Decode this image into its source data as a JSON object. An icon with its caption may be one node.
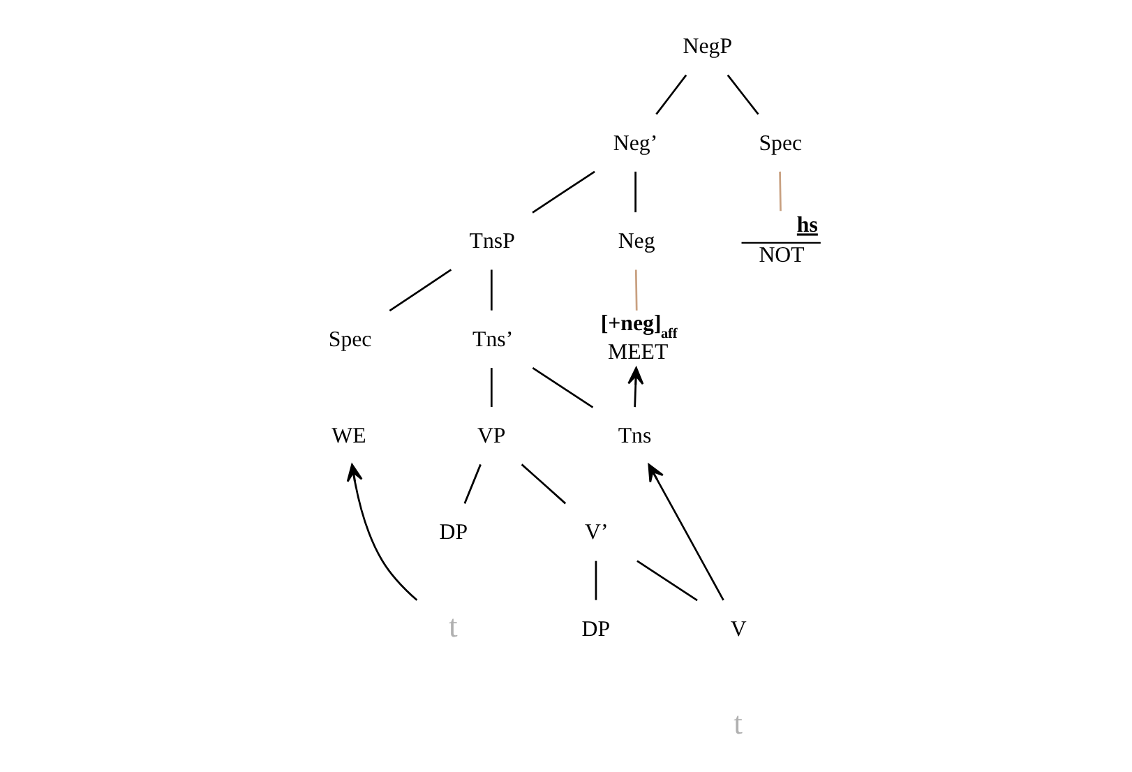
{
  "diagram": {
    "nodes": [
      {
        "text": [
          "NegP"
        ]
      },
      {
        "text": [
          "Neg’"
        ]
      },
      {
        "text": [
          "Spec"
        ]
      },
      {
        "text": [
          "hs",
          "NOT"
        ]
      },
      {
        "text": [
          "TnsP"
        ]
      },
      {
        "text": [
          "Neg"
        ]
      },
      {
        "text": [
          "[+neg]$_{aff}$"
        ],
        "beside": [
          "MEET"
        ]
      },
      {
        "text": [
          "Spec"
        ]
      },
      {
        "text": [
          "Tns’"
        ]
      },
      {
        "text": [
          "WE"
        ]
      },
      {
        "text": [
          "VP"
        ]
      },
      {
        "text": [
          "Tns"
        ]
      },
      {
        "text": [
          "DP"
        ]
      },
      {
        "text": [
          "V’"
        ]
      },
      {
        "text": [
          "t"
        ]
      },
      {
        "text": [
          "DP"
        ]
      },
      {
        "text": [
          "V"
        ]
      },
      {
        "text": [
          "t"
        ]
      }
    ],
    "edges": [
      {
        "from": 0,
        "to": 1,
        "arrow": "none"
      },
      {
        "from": 0,
        "to": 2,
        "arrow": "none"
      },
      {
        "from": 2,
        "to": 3,
        "arrow": "none",
        "color": "#c8a080"
      },
      {
        "from": 1,
        "to": 4,
        "arrow": "none"
      },
      {
        "from": 1,
        "to": 5,
        "arrow": "none"
      },
      {
        "from": 5,
        "to": 6,
        "arrow": "none",
        "color": "#c8a080"
      },
      {
        "from": 4,
        "to": 7,
        "arrow": "none"
      },
      {
        "from": 4,
        "to": 8,
        "arrow": "none"
      },
      {
        "from": 8,
        "to": 10,
        "arrow": "none"
      },
      {
        "from": 8,
        "to": 11,
        "arrow": "none"
      },
      {
        "from": 10,
        "to": 12,
        "arrow": "none"
      },
      {
        "from": 10,
        "to": 13,
        "arrow": "none"
      },
      {
        "from": 13,
        "to": 15,
        "arrow": "none"
      },
      {
        "from": 13,
        "to": 16,
        "arrow": "none"
      },
      {
        "from": 14,
        "to": 9,
        "arrow": "to"
      },
      {
        "from": 16,
        "to": 11,
        "arrow": "to"
      },
      {
        "from": 11,
        "to": 6,
        "arrow": "to"
      }
    ]
  }
}
